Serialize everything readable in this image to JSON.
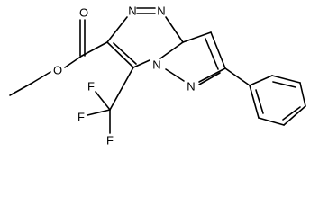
{
  "molecule": {
    "atoms": {
      "carbonyl_oxygen": "O",
      "ester_oxygen": "O",
      "ring_n1": "N",
      "ring_n2": "N",
      "bridge_n": "N",
      "pyrazole_n": "N",
      "fluorine_top": "F",
      "fluorine_left": "F",
      "fluorine_bottom": "F"
    },
    "colors": {
      "bond": "#000000",
      "text": "#000000",
      "background": "#ffffff"
    }
  }
}
